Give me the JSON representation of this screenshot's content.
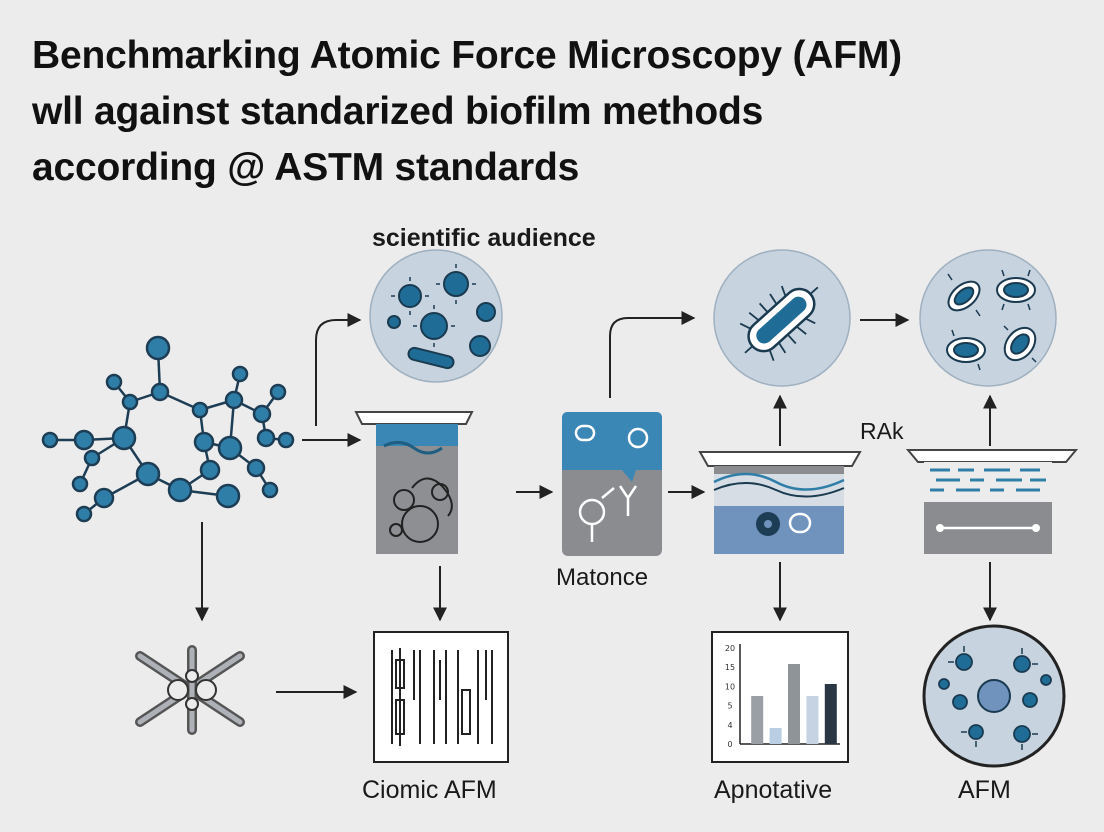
{
  "title": {
    "line1": "Benchmarking  Atomic Force Microscopy (AFM)",
    "line2": "wll against standarized biofilm methods",
    "line3": "according @ ASTM standards"
  },
  "labels": {
    "audience": "scientific audience",
    "matonce": "Matonce",
    "rak": "RAk",
    "ciomic": "Ciomic AFM",
    "apnotative": "Apnotative",
    "afm": "AFM"
  },
  "bar_chart": {
    "y_ticks": [
      "20",
      "15",
      "10",
      "5",
      "4",
      "0"
    ],
    "values": [
      12,
      4,
      20,
      12,
      15
    ],
    "colors": [
      "#9a9fa6",
      "#b9cde3",
      "#8f9499",
      "#c5d3e2",
      "#2b3645"
    ],
    "ymax": 24
  },
  "colors": {
    "accent_blue": "#2f7ea8",
    "dark_blue": "#1d5e82",
    "panel_gray": "#8a8c90",
    "panel_blue": "#6f93bd",
    "circle_fill": "#c7d3df",
    "ink": "#222222"
  }
}
